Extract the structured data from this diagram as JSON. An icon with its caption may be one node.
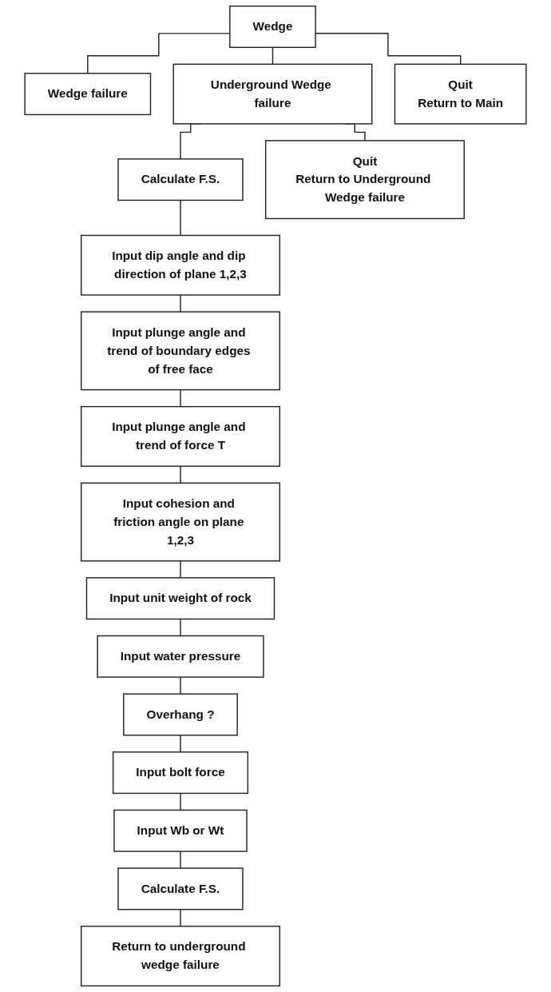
{
  "diagram": {
    "nodes": [
      {
        "text": [
          "Wedge"
        ]
      },
      {
        "text": [
          "Wedge failure"
        ]
      },
      {
        "text": [
          "Underground Wedge failure"
        ]
      },
      {
        "text": [
          "Quit",
          "Return to Main"
        ]
      },
      {
        "text": [
          "Calculate F.S."
        ]
      },
      {
        "text": [
          "Quit",
          "Return to Underground Wedge failure"
        ]
      },
      {
        "text": [
          "Input dip angle and dip direction of plane 1,2,3"
        ]
      },
      {
        "text": [
          "Input plunge angle and trend of boundary edges of free face"
        ]
      },
      {
        "text": [
          "Input plunge angle and trend of force T"
        ]
      },
      {
        "text": [
          "Input cohesion and friction angle on plane 1,2,3"
        ]
      },
      {
        "text": [
          "Input unit weight of rock"
        ]
      },
      {
        "text": [
          "Input water pressure"
        ]
      },
      {
        "text": [
          "Overhang ?"
        ]
      },
      {
        "text": [
          "Input bolt force"
        ]
      },
      {
        "text": [
          "Input Wb or Wt"
        ]
      },
      {
        "text": [
          "Calculate F.S."
        ]
      },
      {
        "text": [
          "Return to underground wedge failure"
        ]
      }
    ],
    "edges": [
      {
        "from": 0,
        "to": 1,
        "arrow": "none"
      },
      {
        "from": 0,
        "to": 2,
        "arrow": "none"
      },
      {
        "from": 0,
        "to": 3,
        "arrow": "none"
      },
      {
        "from": 2,
        "to": 4,
        "arrow": "none"
      },
      {
        "from": 2,
        "to": 5,
        "arrow": "none"
      },
      {
        "from": 4,
        "to": 6,
        "arrow": "none"
      },
      {
        "from": 6,
        "to": 7,
        "arrow": "none"
      },
      {
        "from": 7,
        "to": 8,
        "arrow": "none"
      },
      {
        "from": 8,
        "to": 9,
        "arrow": "none"
      },
      {
        "from": 9,
        "to": 10,
        "arrow": "none"
      },
      {
        "from": 10,
        "to": 11,
        "arrow": "none"
      },
      {
        "from": 11,
        "to": 12,
        "arrow": "none"
      },
      {
        "from": 12,
        "to": 13,
        "arrow": "none"
      },
      {
        "from": 13,
        "to": 14,
        "arrow": "none"
      },
      {
        "from": 14,
        "to": 15,
        "arrow": "none"
      },
      {
        "from": 15,
        "to": 16,
        "arrow": "none"
      }
    ]
  }
}
